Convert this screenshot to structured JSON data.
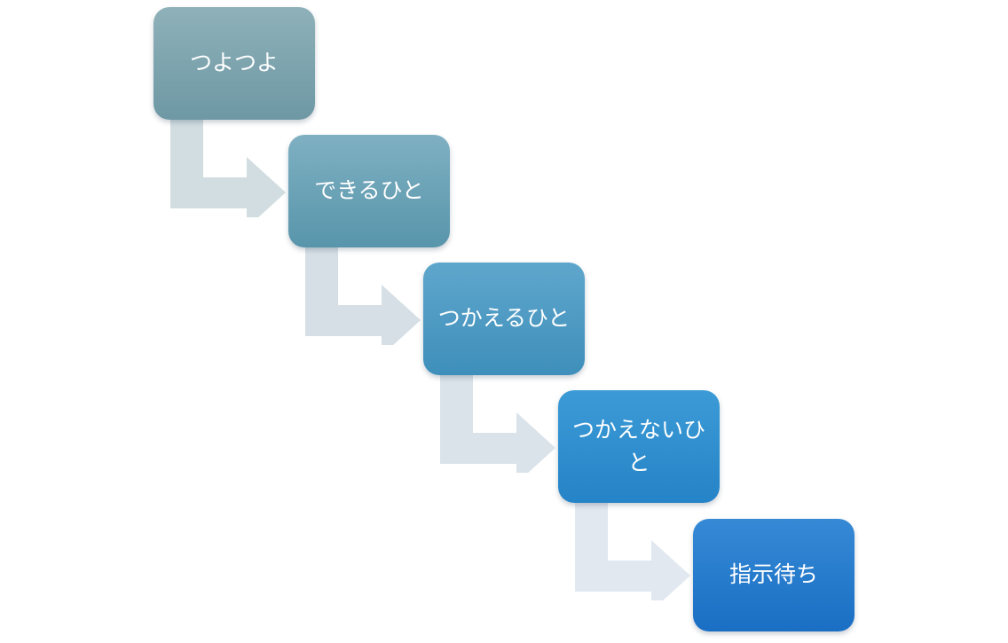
{
  "steps": [
    {
      "label": "つよつよ",
      "color": "#7fa5af"
    },
    {
      "label": "できるひと",
      "color": "#6ba3b8"
    },
    {
      "label": "つかえるひと",
      "color": "#4f9bc4"
    },
    {
      "label": "つかえないひと",
      "color": "#318fcf"
    },
    {
      "label": "指示待ち",
      "color": "#287dcc"
    }
  ],
  "arrows": [
    {
      "color": "#d1dde0"
    },
    {
      "color": "#d5dfe5"
    },
    {
      "color": "#dae3ea"
    },
    {
      "color": "#e1e8f0"
    }
  ]
}
